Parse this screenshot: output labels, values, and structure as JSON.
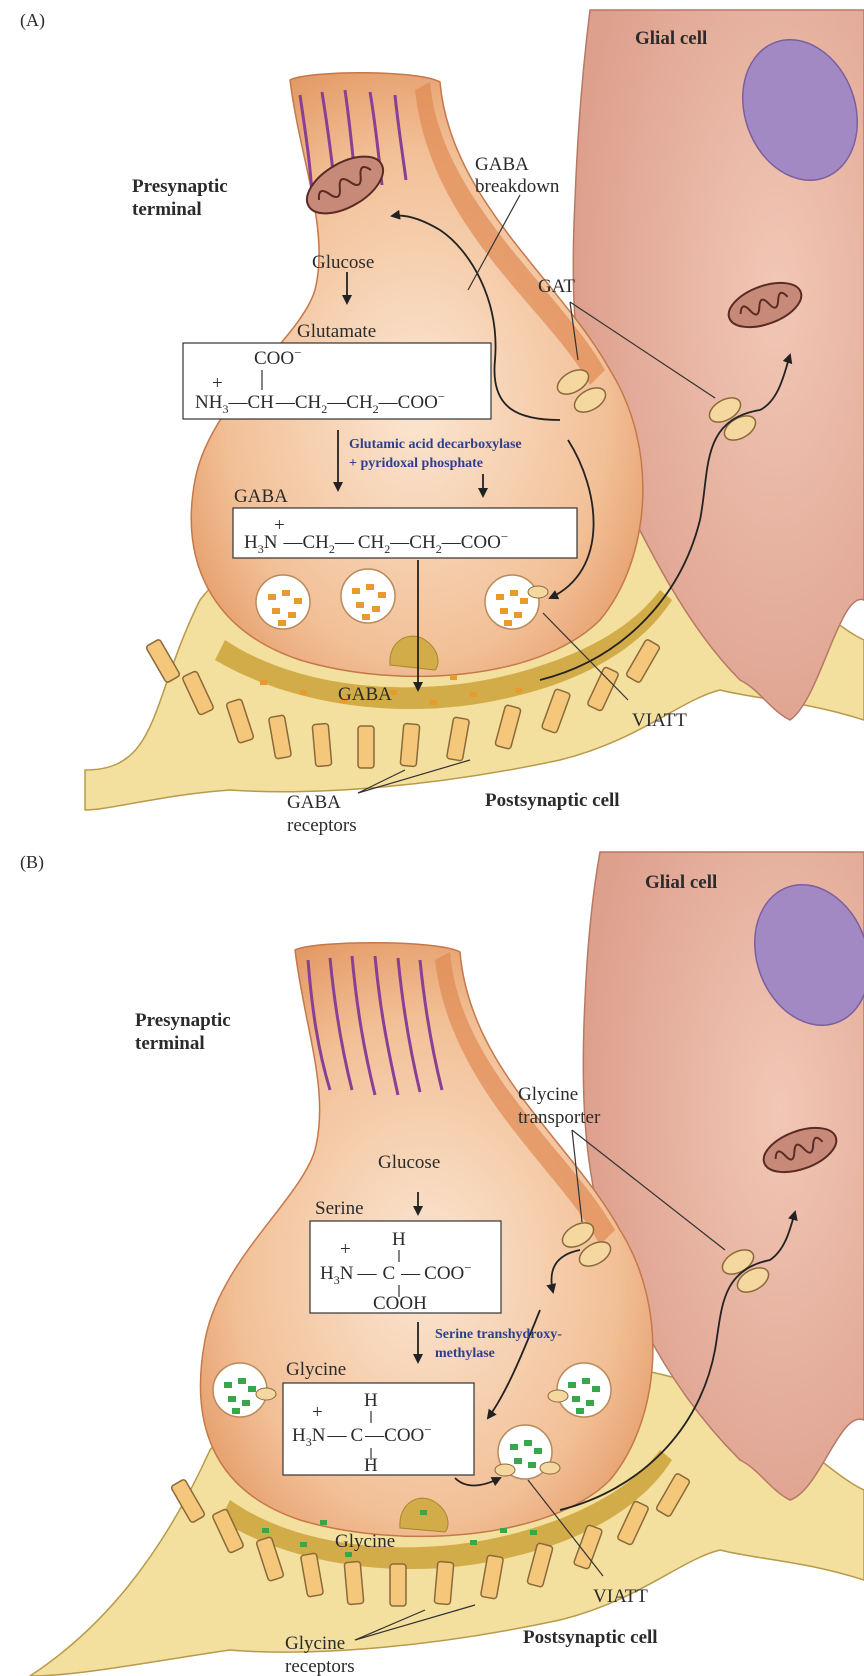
{
  "panel_a": {
    "letter": "(A)",
    "glial_cell": "Glial cell",
    "presynaptic_line1": "Presynaptic",
    "presynaptic_line2": "terminal",
    "gaba_breakdown_line1": "GABA",
    "gaba_breakdown_line2": "breakdown",
    "glucose": "Glucose",
    "glutamate": "Glutamate",
    "gat": "GAT",
    "enzyme_line1": "Glutamic acid decarboxylase",
    "enzyme_line2": "+ pyridoxal phosphate",
    "gaba_label": "GABA",
    "cleft_label": "GABA",
    "viatt": "VIATT",
    "receptors_line1": "GABA",
    "receptors_line2": "receptors",
    "postsynaptic": "Postsynaptic cell",
    "glutamate_formula": {
      "top": "COO",
      "charge_minus": "−",
      "plus": "+",
      "nh": "NH",
      "nh_sub": "3",
      "dash1": "—",
      "ch": "CH",
      "dash2": "—",
      "ch2a": "CH",
      "sub2a": "2",
      "dash3": "—",
      "ch2b": "CH",
      "sub2b": "2",
      "dash4": "—",
      "coo": "COO",
      "minus2": "−"
    },
    "gaba_formula": {
      "plus": "+",
      "h": "H",
      "h_sub": "3",
      "n": "N",
      "dash1": "—",
      "ch2a": "CH",
      "sub2a": "2",
      "dash2": "—",
      "ch2b": "CH",
      "sub2b": "2",
      "dash3": "—",
      "ch2c": "CH",
      "sub2c": "2",
      "dash4": "—",
      "coo": "COO",
      "minus": "−"
    }
  },
  "panel_b": {
    "letter": "(B)",
    "glial_cell": "Glial cell",
    "presynaptic_line1": "Presynaptic",
    "presynaptic_line2": "terminal",
    "transporter_line1": "Glycine",
    "transporter_line2": "transporter",
    "glucose": "Glucose",
    "serine": "Serine",
    "enzyme_line1": "Serine transhydroxy-",
    "enzyme_line2": "methylase",
    "glycine_label": "Glycine",
    "cleft_label": "Glycine",
    "viatt": "VIATT",
    "receptors_line1": "Glycine",
    "receptors_line2": "receptors",
    "postsynaptic": "Postsynaptic cell",
    "serine_formula": {
      "plus": "+",
      "h_top": "H",
      "h3n": "H",
      "h3n_sub": "3",
      "n": "N",
      "dash1": "—",
      "c": "C",
      "dash2": "—",
      "coo": "COO",
      "minus": "−",
      "cooh": "COOH"
    },
    "glycine_formula": {
      "plus": "+",
      "h_top": "H",
      "h3n": "H",
      "h3n_sub": "3",
      "n": "N",
      "dash1": "—",
      "c": "C",
      "dash2": "—",
      "coo": "COO",
      "minus": "−",
      "h_bottom": "H"
    }
  },
  "colors": {
    "terminal": "#e9a577",
    "terminal_light": "#f7d9bd",
    "glia": "#e6b1a0",
    "nucleus": "#a389c4",
    "postsynaptic": "#f3df9e",
    "cleft": "#d2ac48",
    "receptor": "#f5c77a",
    "microtubule": "#8a3f96",
    "gaba_dot": "#e89a2c",
    "glycine_dot": "#3aa54a",
    "enzyme_text": "#2f3f8f"
  }
}
